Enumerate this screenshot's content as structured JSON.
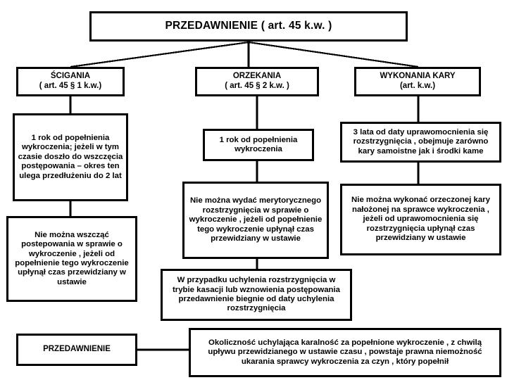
{
  "diagram": {
    "title": "PRZEDAWNIENIE ( art. 45 k.w. )",
    "columns": [
      {
        "header": "ŚCIGANIA\n( art. 45 § 1 k.w.)",
        "nodes": [
          "1 rok od popełnienia wykroczenia; jeżeli w tym czasie doszło do wszczęcia postępowania – okres ten ulega przedłużeniu do 2 lat",
          "Nie można wszcząć postepowania w sprawie o wykroczenie , jeżeli od popełnienie tego wykroczenie upłynął czas przewidziany w ustawie"
        ]
      },
      {
        "header": "ORZEKANIA\n( art. 45 § 2 k.w. )",
        "nodes": [
          "1 rok od popełnienia wykroczenia",
          "Nie można wydać merytorycznego rozstrzygnięcia w sprawie o wykroczenie , jeżeli od popełnienie tego wykroczenie upłynął czas przewidziany w ustawie",
          "W przypadku uchylenia rozstrzygnięcia w trybie kasacji lub wznowienia postępowania przedawnienie biegnie od daty uchylenia rozstrzygnięcia"
        ]
      },
      {
        "header": "WYKONANIA  KARY\n(art.  k.w.)",
        "nodes": [
          "3 lata od daty uprawomocnienia się rozstrzygnięcia , obejmuje zarówno kary samoistne jak i środki kame",
          "Nie można wykonać orzeczonej kary nałożonej na sprawce wykroczenia , jeżeli od uprawomocnienia się rozstrzygnięcia upłynął czas przewidziany w ustawie"
        ]
      }
    ],
    "footer": {
      "label": "PRZEDAWNIENIE",
      "definition": "Okoliczność uchylająca karalność za popełnione wykroczenie , z chwilą upływu przewidzianego w ustawie czasu , powstaje prawna niemożność ukarania sprawcy wykroczenia za czyn , który popełnił"
    },
    "colors": {
      "stroke": "#000000",
      "background": "#ffffff",
      "text": "#000000"
    }
  }
}
